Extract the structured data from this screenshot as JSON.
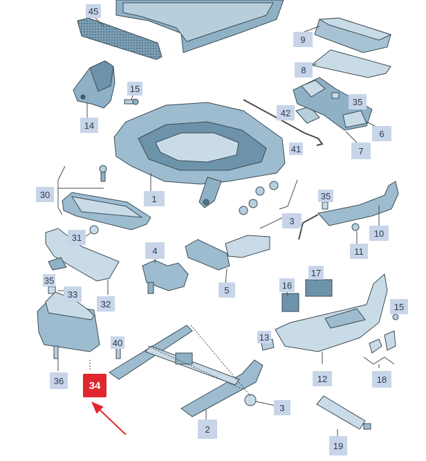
{
  "highlighted": "34",
  "colors": {
    "callout_bg": "#c8d5e8",
    "callout_text": "#2b3a52",
    "highlight": "#e0262e",
    "part_fill": "#8fb1c6",
    "part_dark": "#51748a",
    "part_light": "#c9dbe6",
    "line": "#4a4a4a"
  },
  "callouts": [
    "45",
    "9",
    "8",
    "15",
    "35",
    "42",
    "14",
    "6",
    "7",
    "41",
    "30",
    "1",
    "35",
    "3",
    "31",
    "4",
    "10",
    "11",
    "5",
    "35",
    "33",
    "17",
    "16",
    "15",
    "32",
    "13",
    "40",
    "36",
    "34",
    "12",
    "18",
    "3",
    "2",
    "19"
  ]
}
